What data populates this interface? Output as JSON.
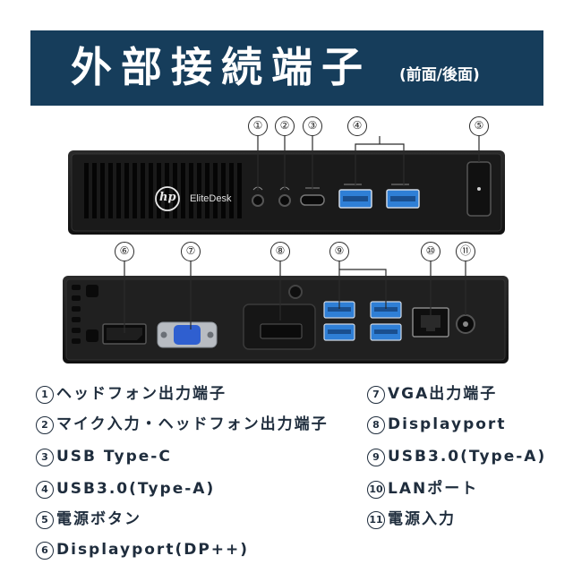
{
  "header": {
    "title": "外部接続端子",
    "subtitle": "(前面/後面)"
  },
  "front": {
    "brand_logo": "hp",
    "model": "EliteDesk",
    "markers": [
      "①",
      "②",
      "③",
      "④",
      "⑤"
    ]
  },
  "rear": {
    "markers": [
      "⑥",
      "⑦",
      "⑧",
      "⑨",
      "⑩",
      "⑪"
    ]
  },
  "legend": {
    "left": [
      {
        "num": "1",
        "label": "ヘッドフォン出力端子"
      },
      {
        "num": "2",
        "label": "マイク入力・ヘッドフォン出力端子"
      },
      {
        "num": "3",
        "label": "USB Type-C"
      },
      {
        "num": "4",
        "label": "USB3.0(Type-A)"
      },
      {
        "num": "5",
        "label": "電源ボタン"
      },
      {
        "num": "6",
        "label": "Displayport(DP++)"
      }
    ],
    "right": [
      {
        "num": "7",
        "label": "VGA出力端子"
      },
      {
        "num": "8",
        "label": "Displayport"
      },
      {
        "num": "9",
        "label": "USB3.0(Type-A)"
      },
      {
        "num": "10",
        "label": "LANポート"
      },
      {
        "num": "11",
        "label": "電源入力"
      }
    ]
  },
  "colors": {
    "banner": "#163d5b",
    "usb_blue": "#2f7fd6",
    "chassis": "#1b1b1b"
  }
}
